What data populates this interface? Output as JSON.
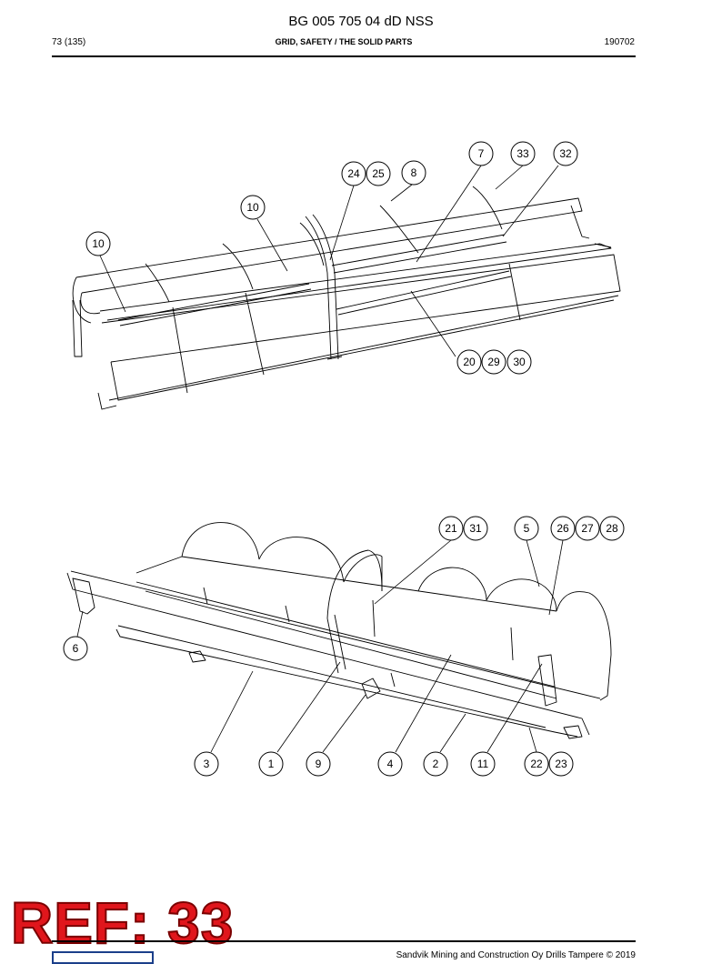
{
  "header": {
    "doc_id": "BG 005 705 04 dD NSS",
    "page": "73 (135)",
    "section": "GRID, SAFETY / THE SOLID PARTS",
    "date": "190702"
  },
  "upper_view_callouts": [
    "7",
    "33",
    "32",
    "24",
    "25",
    "8",
    "10",
    "10",
    "20",
    "29",
    "30"
  ],
  "lower_view_callouts": [
    "21",
    "31",
    "5",
    "26",
    "27",
    "28",
    "6",
    "3",
    "1",
    "9",
    "4",
    "2",
    "11",
    "22",
    "23"
  ],
  "stamp": "REF: 33",
  "footer": "Sandvik Mining and Construction Oy Drills Tampere © 2019"
}
